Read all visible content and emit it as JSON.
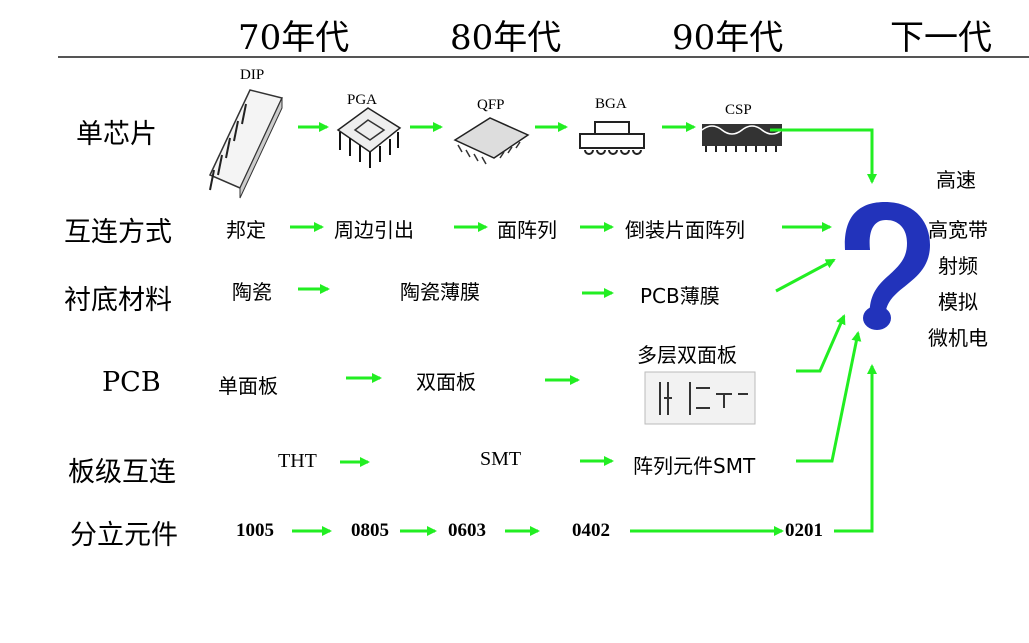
{
  "header": {
    "eras": [
      "70年代",
      "80年代",
      "90年代",
      "下一代"
    ]
  },
  "rows": {
    "chip": {
      "label": "单芯片",
      "packages": [
        "DIP",
        "PGA",
        "QFP",
        "BGA",
        "CSP"
      ]
    },
    "interconnect": {
      "label": "互连方式",
      "items": [
        "邦定",
        "周边引出",
        "面阵列",
        "倒装片面阵列"
      ]
    },
    "substrate": {
      "label": "衬底材料",
      "items": [
        "陶瓷",
        "陶瓷薄膜",
        "PCB薄膜"
      ]
    },
    "pcb": {
      "label": "PCB",
      "items": [
        "单面板",
        "双面板",
        "多层双面板"
      ]
    },
    "board": {
      "label": "板级互连",
      "items": [
        "THT",
        "SMT",
        "阵列元件SMT"
      ]
    },
    "discrete": {
      "label": "分立元件",
      "items": [
        "1005",
        "0805",
        "0603",
        "0402",
        "0201"
      ]
    }
  },
  "future": {
    "symbol": "?",
    "items": [
      "高速",
      "高宽带",
      "射频",
      "模拟",
      "微机电"
    ]
  },
  "colors": {
    "arrow": "#22ee22",
    "question": "#2233bb"
  }
}
